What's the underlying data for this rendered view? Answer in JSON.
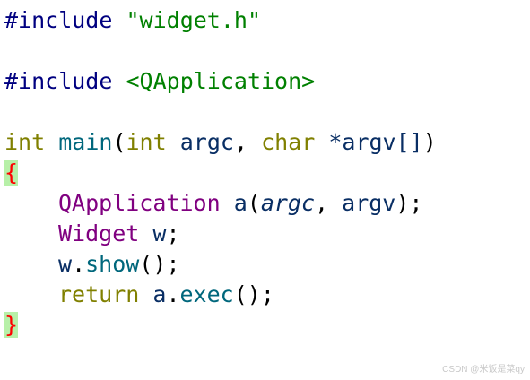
{
  "editor": {
    "lines": {
      "include_widget": {
        "directive": "#include",
        "space": " ",
        "file": "\"widget.h\""
      },
      "include_qapp": {
        "directive": "#include",
        "space": " ",
        "file": "<QApplication>"
      },
      "main_sig": {
        "ret_type": "int",
        "sp1": " ",
        "name": "main",
        "open": "(",
        "arg1_type": "int",
        "sp2": " ",
        "arg1_name": "argc",
        "comma": ",",
        "sp3": " ",
        "arg2_type": "char",
        "sp4": " ",
        "arg2_name": "*argv[]",
        "close": ")"
      },
      "open_brace": "{",
      "app_decl": {
        "type": "QApplication",
        "sp1": " ",
        "var": "a",
        "open": "(",
        "arg1": "argc",
        "comma": ",",
        "sp2": " ",
        "arg2": "argv",
        "close": ");"
      },
      "widget_decl": {
        "type": "Widget",
        "sp1": " ",
        "var": "w",
        "semi": ";"
      },
      "show_call": {
        "obj": "w",
        "dot": ".",
        "method": "show",
        "call": "();"
      },
      "return_stmt": {
        "keyword": "return",
        "sp1": " ",
        "obj": "a",
        "dot": ".",
        "method": "exec",
        "call": "();"
      },
      "close_brace": "}"
    }
  },
  "watermark": "CSDN @米饭是菜qy",
  "colors": {
    "preprocessor": "#000080",
    "string": "#008000",
    "keyword": "#808000",
    "function": "#00677c",
    "class": "#800080",
    "brace_text": "#ff0000",
    "brace_highlight": "#b7f0a8"
  }
}
